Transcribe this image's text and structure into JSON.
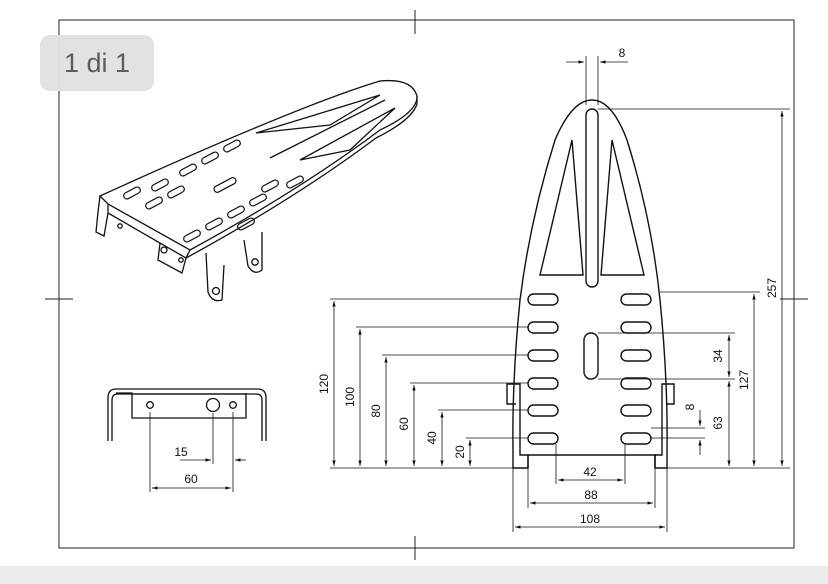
{
  "viewer": {
    "page_indicator": "1 di 1"
  },
  "drawing": {
    "dimensions": {
      "slot_width": "8",
      "overall_length": "257",
      "center_slot_length": "34",
      "length_127": "127",
      "length_63": "63",
      "gap_8": "8",
      "h120": "120",
      "h100": "100",
      "h80": "80",
      "h60": "60",
      "h40": "40",
      "h20": "20",
      "width_42": "42",
      "width_88": "88",
      "width_108": "108",
      "bracket_15": "15",
      "bracket_60": "60"
    }
  }
}
